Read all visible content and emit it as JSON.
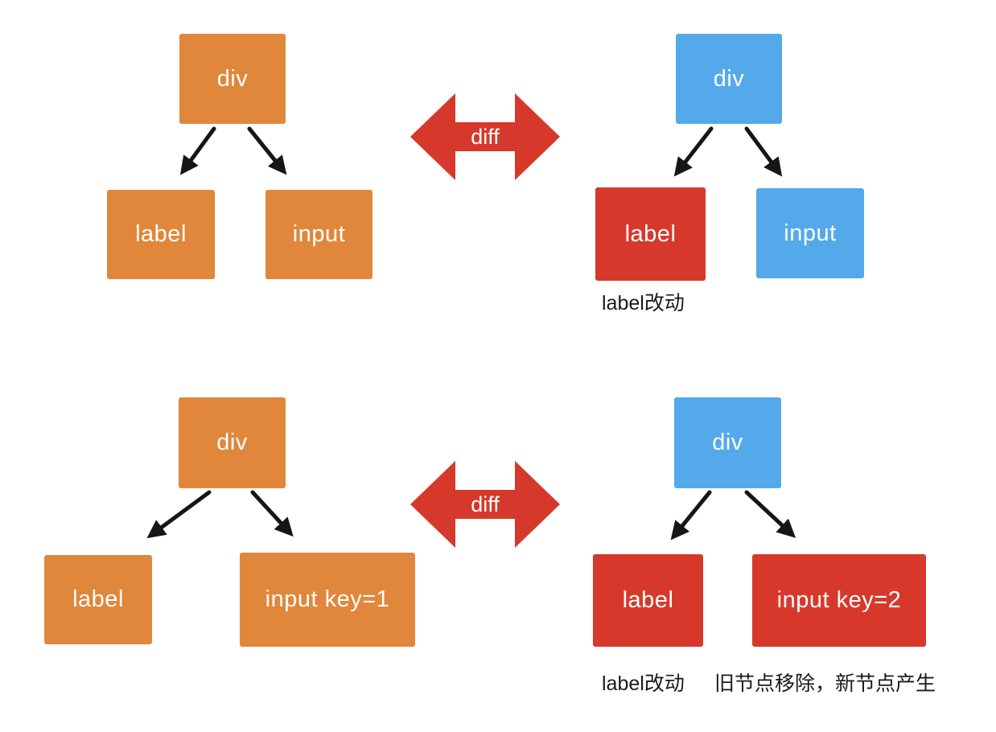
{
  "colors": {
    "orange": "#E0873C",
    "blue": "#54A9EA",
    "red": "#D6392C",
    "arrow": "#161616",
    "caption": "#1A1A1A",
    "node_text": "#FFFFFF"
  },
  "rows": [
    {
      "old_tree": {
        "root": "div",
        "children": [
          "label",
          "input"
        ]
      },
      "diff_label": "diff",
      "new_tree": {
        "root": "div",
        "children": [
          "label",
          "input"
        ]
      },
      "captions": [
        "label改动"
      ]
    },
    {
      "old_tree": {
        "root": "div",
        "children": [
          "label",
          "input key=1"
        ]
      },
      "diff_label": "diff",
      "new_tree": {
        "root": "div",
        "children": [
          "label",
          "input key=2"
        ]
      },
      "captions": [
        "label改动",
        "旧节点移除，新节点产生"
      ]
    }
  ]
}
